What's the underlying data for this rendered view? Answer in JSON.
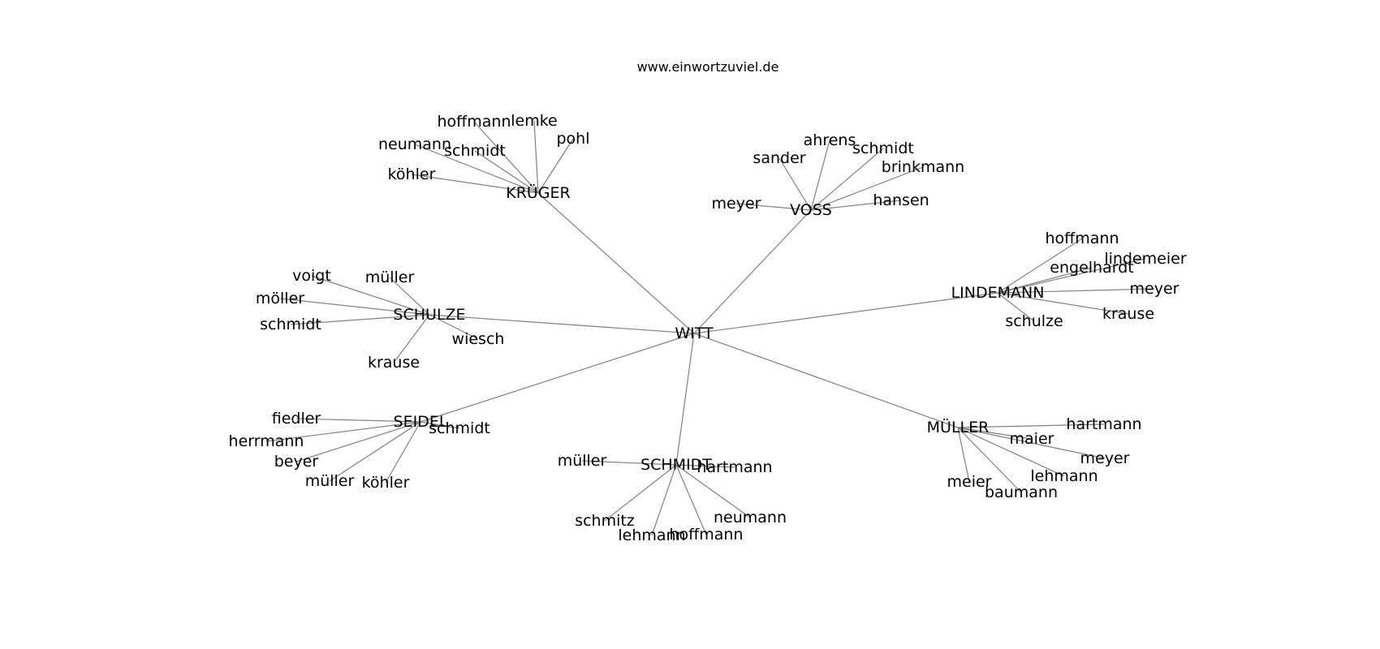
{
  "header": {
    "site": "www.einwortzuviel.de"
  },
  "colors": {
    "edge": "#808080",
    "text": "#000000",
    "background": "#ffffff"
  },
  "graph": {
    "center": "WITT",
    "hubs": [
      {
        "name": "KRÜGER",
        "leaves": [
          "hoffmann",
          "lemke",
          "pohl",
          "neumann",
          "schmidt",
          "köhler"
        ]
      },
      {
        "name": "VOSS",
        "leaves": [
          "sander",
          "ahrens",
          "schmidt",
          "brinkmann",
          "meyer",
          "hansen"
        ]
      },
      {
        "name": "LINDEMANN",
        "leaves": [
          "hoffmann",
          "engelhardt",
          "lindemeier",
          "meyer",
          "krause",
          "schulze"
        ]
      },
      {
        "name": "SCHULZE",
        "leaves": [
          "voigt",
          "müller",
          "möller",
          "schmidt",
          "wiesch",
          "krause"
        ]
      },
      {
        "name": "SEIDEL",
        "leaves": [
          "fiedler",
          "herrmann",
          "beyer",
          "müller",
          "köhler",
          "schmidt"
        ]
      },
      {
        "name": "SCHMIDT",
        "leaves": [
          "müller",
          "hartmann",
          "schmitz",
          "lehmann",
          "hoffmann",
          "neumann"
        ]
      },
      {
        "name": "MÜLLER",
        "leaves": [
          "hartmann",
          "maier",
          "meyer",
          "lehmann",
          "baumann",
          "meier"
        ]
      }
    ]
  }
}
